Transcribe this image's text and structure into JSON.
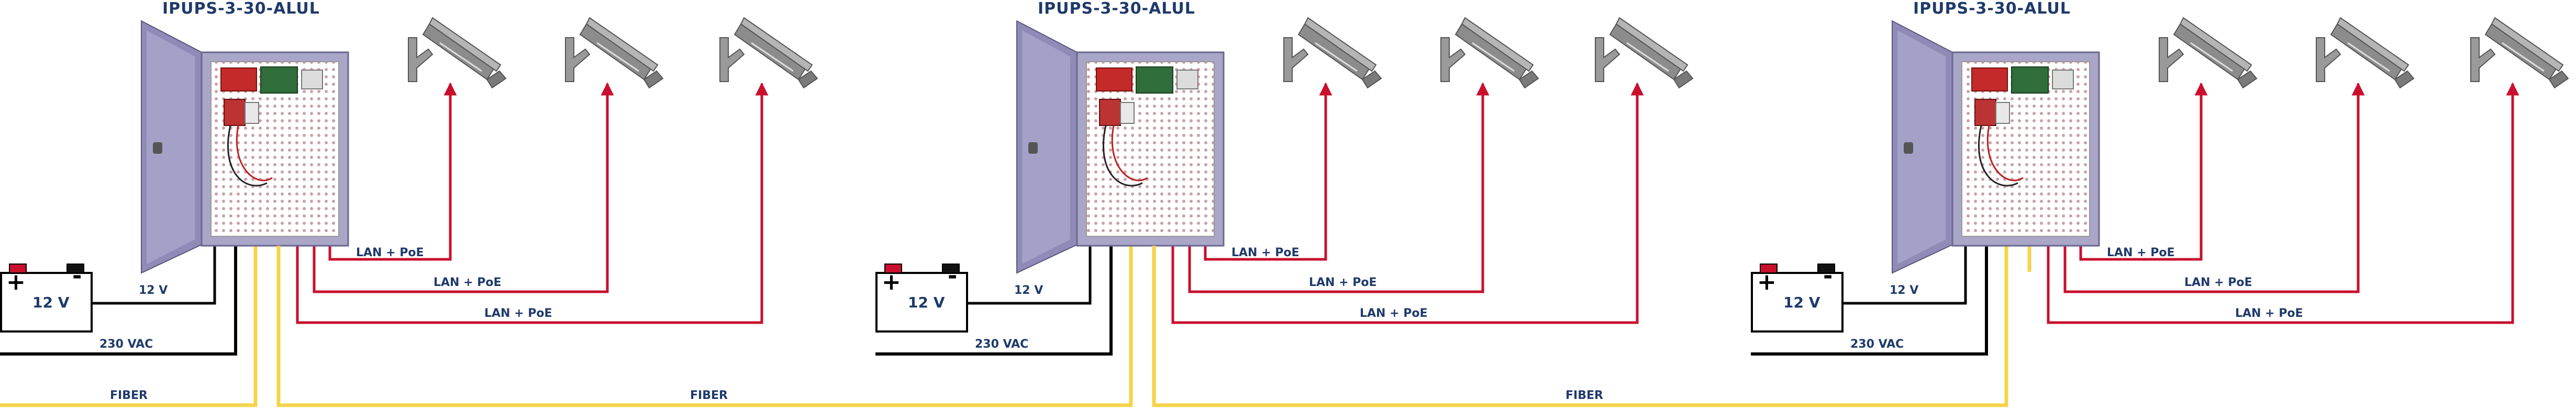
{
  "units": [
    {
      "title": "IPUPS-3-30-ALUL",
      "battery": {
        "voltage_label": "12 V",
        "plus": "+",
        "minus": "-"
      },
      "wire_labels": {
        "battery": "12 V",
        "mains": "230 VAC",
        "fiber": "FIBER"
      },
      "lan_labels": [
        "LAN + PoE",
        "LAN + PoE",
        "LAN + PoE"
      ]
    },
    {
      "title": "IPUPS-3-30-ALUL",
      "battery": {
        "voltage_label": "12 V",
        "plus": "+",
        "minus": "-"
      },
      "wire_labels": {
        "battery": "12 V",
        "mains": "230 VAC",
        "fiber": "FIBER"
      },
      "lan_labels": [
        "LAN + PoE",
        "LAN + PoE",
        "LAN + PoE"
      ]
    },
    {
      "title": "IPUPS-3-30-ALUL",
      "battery": {
        "voltage_label": "12 V",
        "plus": "+",
        "minus": "-"
      },
      "wire_labels": {
        "battery": "12 V",
        "mains": "230 VAC",
        "fiber": "FIBER"
      },
      "lan_labels": [
        "LAN + PoE",
        "LAN + PoE",
        "LAN + PoE"
      ]
    }
  ],
  "colors": {
    "lan_wire": "#c8102e",
    "fiber_wire": "#f5d44a",
    "power_wire": "#000000",
    "label_text": "#1f3a6b",
    "enclosure": "#a9a6c8",
    "camera": "#8c8c8c"
  },
  "icons": {
    "camera": "cctv-camera-icon",
    "enclosure": "ups-enclosure-icon",
    "battery": "battery-icon"
  }
}
